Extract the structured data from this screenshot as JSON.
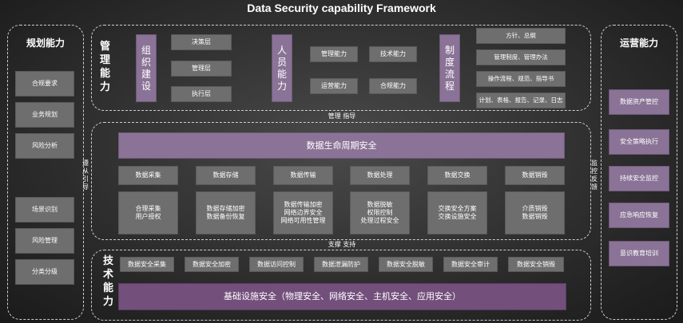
{
  "title": "Data Security capability Framework",
  "left": {
    "header": "规划能力",
    "items_top": [
      "合规要求",
      "业务规划",
      "风险分析"
    ],
    "items_bottom": [
      "场景识别",
      "风险管理",
      "分类分级"
    ]
  },
  "right": {
    "header": "运营能力",
    "items": [
      "数据资产管控",
      "安全策略执行",
      "持续安全监控",
      "应急响应恢复",
      "意识教育培训"
    ]
  },
  "management": {
    "label": "管理能力",
    "org_label": "组织建设",
    "org_items": [
      "决策层",
      "管理层",
      "执行层"
    ],
    "people_label": "人员能力",
    "people_items": [
      "管理能力",
      "技术能力",
      "运营能力",
      "合规能力"
    ],
    "process_label": "制度流程",
    "process_items": [
      "方针、总纲",
      "管理制度、管理办法",
      "操作流程、规范、指导书",
      "计划、表格、报告、记录、日志"
    ]
  },
  "connectors": {
    "mgmt_guide": "管理 指导",
    "support": "支撑 支持",
    "left_follow": "遵从 引导",
    "right_monitor": "监控 反馈"
  },
  "lifecycle": {
    "title": "数据生命周期安全",
    "stages": [
      "数据采集",
      "数据存储",
      "数据传输",
      "数据处理",
      "数据交换",
      "数据销毁"
    ],
    "details": [
      "合理采集\n用户授权",
      "数据存储加密\n数据备份恢复",
      "数据传输加密\n网络边界安全\n网络可用性管理",
      "数据脱敏\n权限控制\n处理过程安全",
      "交换安全方案\n交换设施安全",
      "介质销毁\n数据销毁"
    ]
  },
  "technical": {
    "label": "技术能力",
    "items": [
      "数据安全采集",
      "数据安全加密",
      "数据访问控制",
      "数据泄漏防护",
      "数据安全脱敏",
      "数据安全审计",
      "数据安全销毁"
    ],
    "infra": "基础设施安全（物理安全、网络安全、主机安全、应用安全）"
  }
}
